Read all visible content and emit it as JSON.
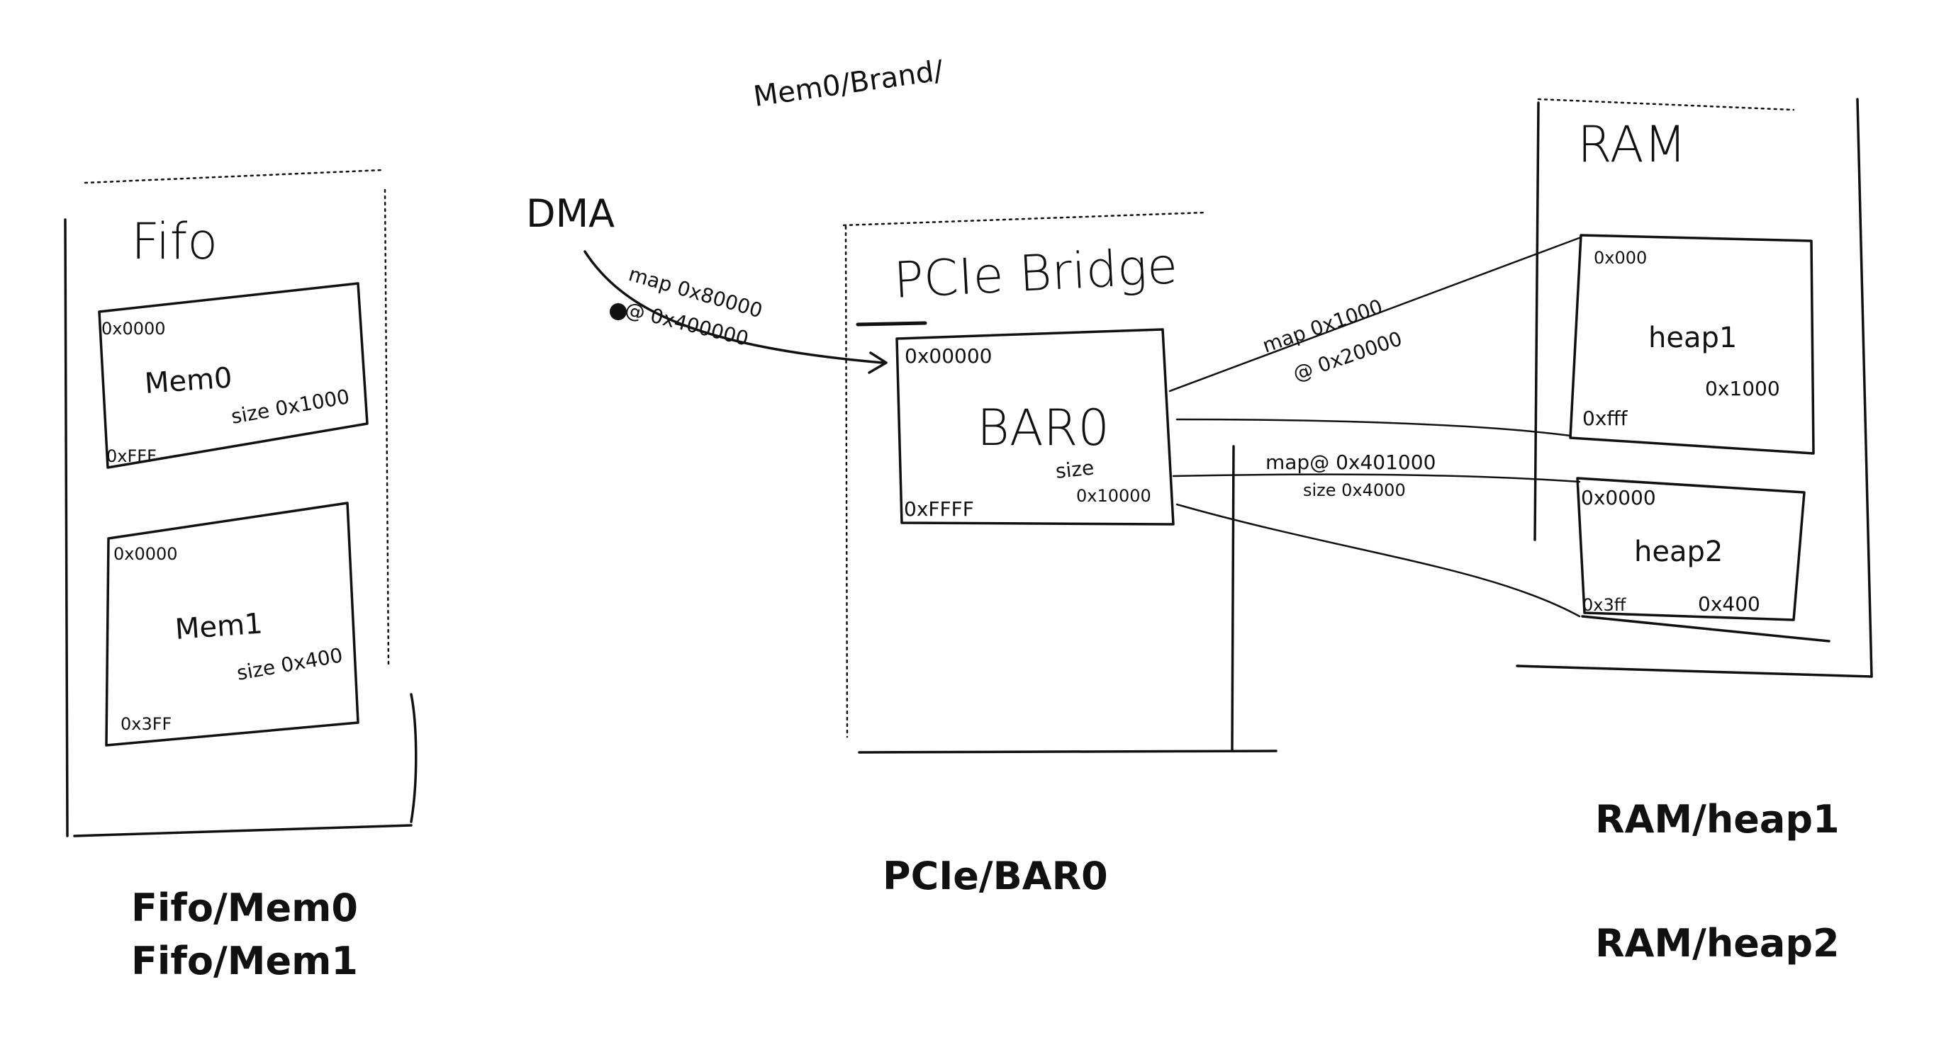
{
  "top_note": "Mem0/Brand/",
  "fifo": {
    "title": "Fifo",
    "mem0": {
      "start": "0x0000",
      "name": "Mem0",
      "size": "size 0x1000",
      "end": "0xFFF"
    },
    "mem1": {
      "start": "0x0000",
      "name": "Mem1",
      "size": "size 0x400",
      "end": "0x3FF"
    },
    "paths": [
      "Fifo/Mem0",
      "Fifo/Mem1"
    ]
  },
  "dma": {
    "label": "DMA",
    "map": "map 0x80000",
    "at": "@ 0x400000"
  },
  "pcie": {
    "title": "PCIe Bridge",
    "bar0": {
      "start": "0x00000",
      "name": "BAR0",
      "size_label": "size",
      "size_value": "0x10000",
      "end": "0xFFFF"
    },
    "path": "PCIe/BAR0"
  },
  "links": {
    "heap1_map": "map 0x1000",
    "heap1_at": "@ 0x20000",
    "heap2_map": "map@ 0x401000",
    "heap2_size": "size 0x4000"
  },
  "ram": {
    "title": "RAM",
    "heap1": {
      "start": "0x000",
      "name": "heap1",
      "size": "0x1000",
      "end": "0xfff"
    },
    "heap2": {
      "start": "0x0000",
      "name": "heap2",
      "size": "0x400",
      "end": "0x3ff"
    },
    "paths": [
      "RAM/heap1",
      "RAM/heap2"
    ]
  }
}
